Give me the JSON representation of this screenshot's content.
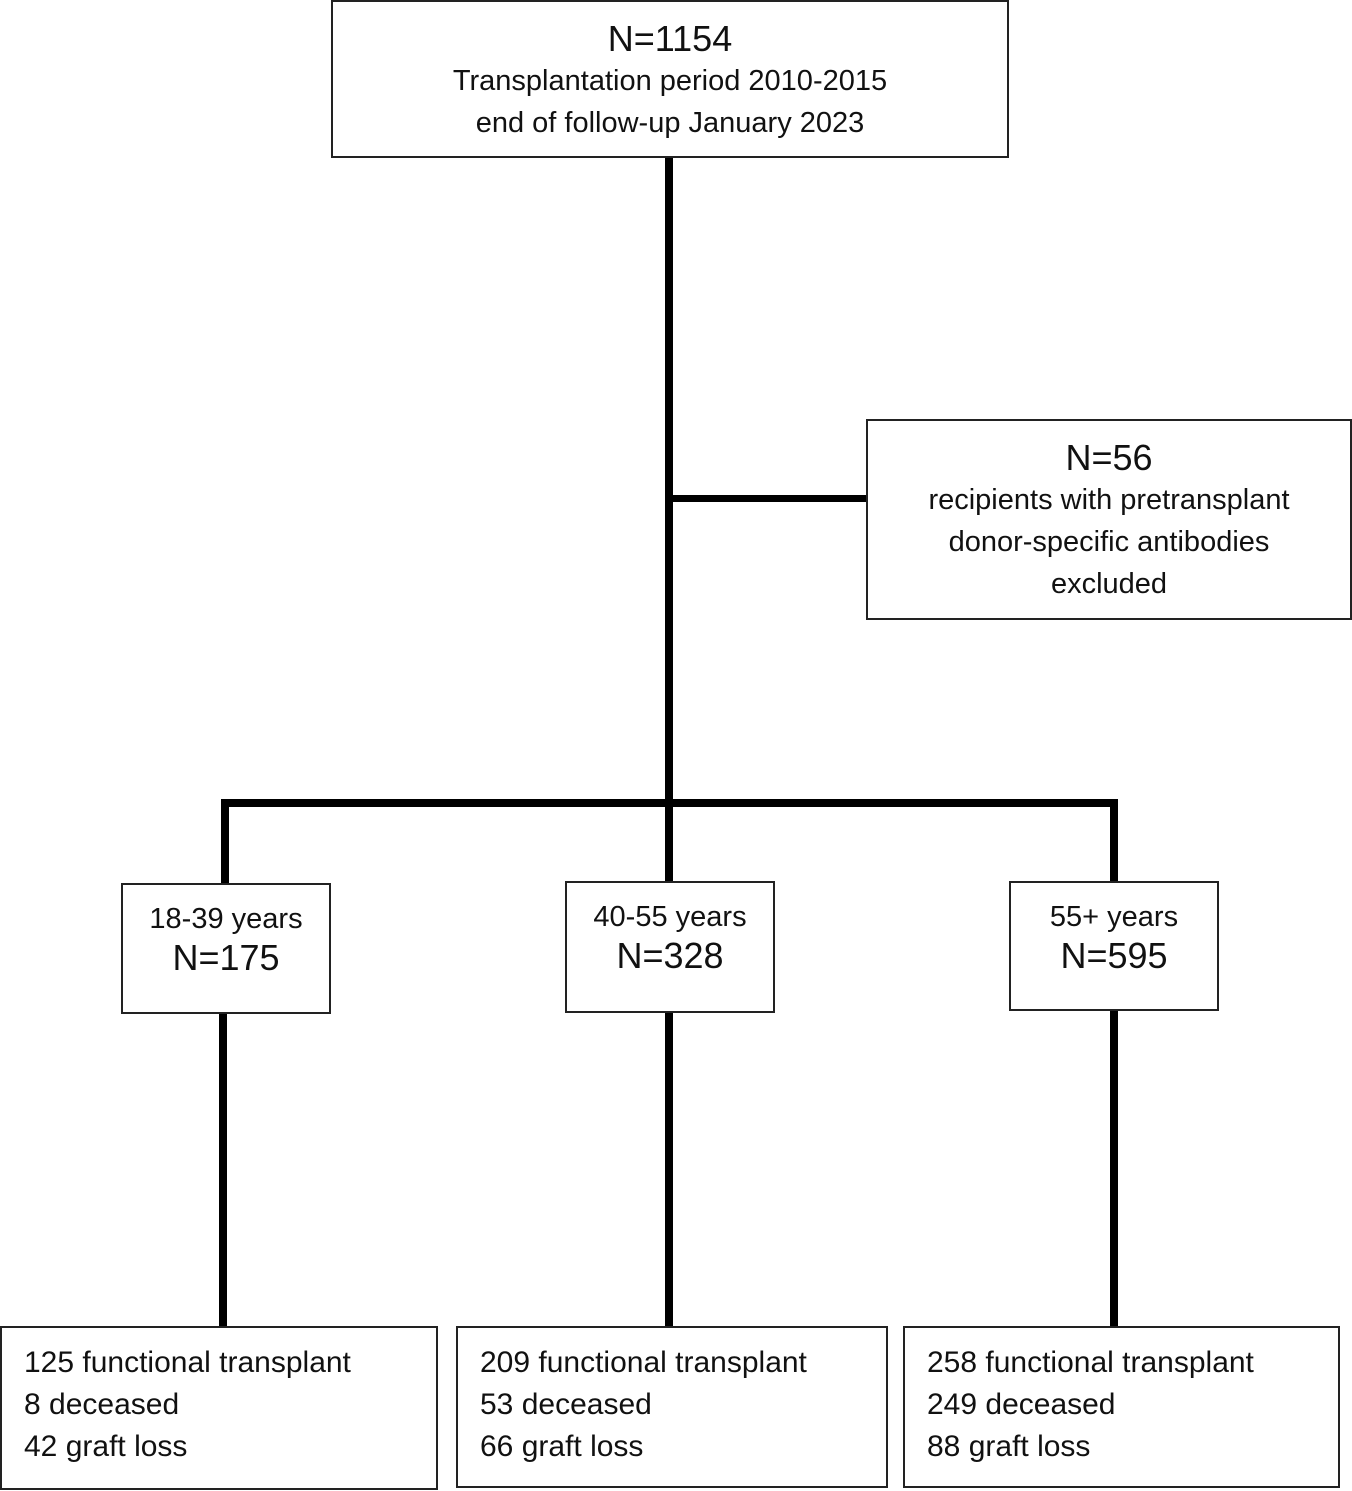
{
  "top": {
    "n": "N=1154",
    "line1": "Transplantation period 2010-2015",
    "line2": "end of follow-up January 2023"
  },
  "excluded": {
    "n": "N=56",
    "line1": "recipients with pretransplant",
    "line2": "donor-specific antibodies",
    "line3": "excluded"
  },
  "groups": [
    {
      "age": "18-39 years",
      "n": "N=175",
      "outcomes": [
        "125 functional transplant",
        "8 deceased",
        "42 graft loss"
      ]
    },
    {
      "age": "40-55 years",
      "n": "N=328",
      "outcomes": [
        "209 functional transplant",
        "53 deceased",
        "66 graft loss"
      ]
    },
    {
      "age": "55+ years",
      "n": "N=595",
      "outcomes": [
        "258 functional transplant",
        "249 deceased",
        "88 graft loss"
      ]
    }
  ]
}
